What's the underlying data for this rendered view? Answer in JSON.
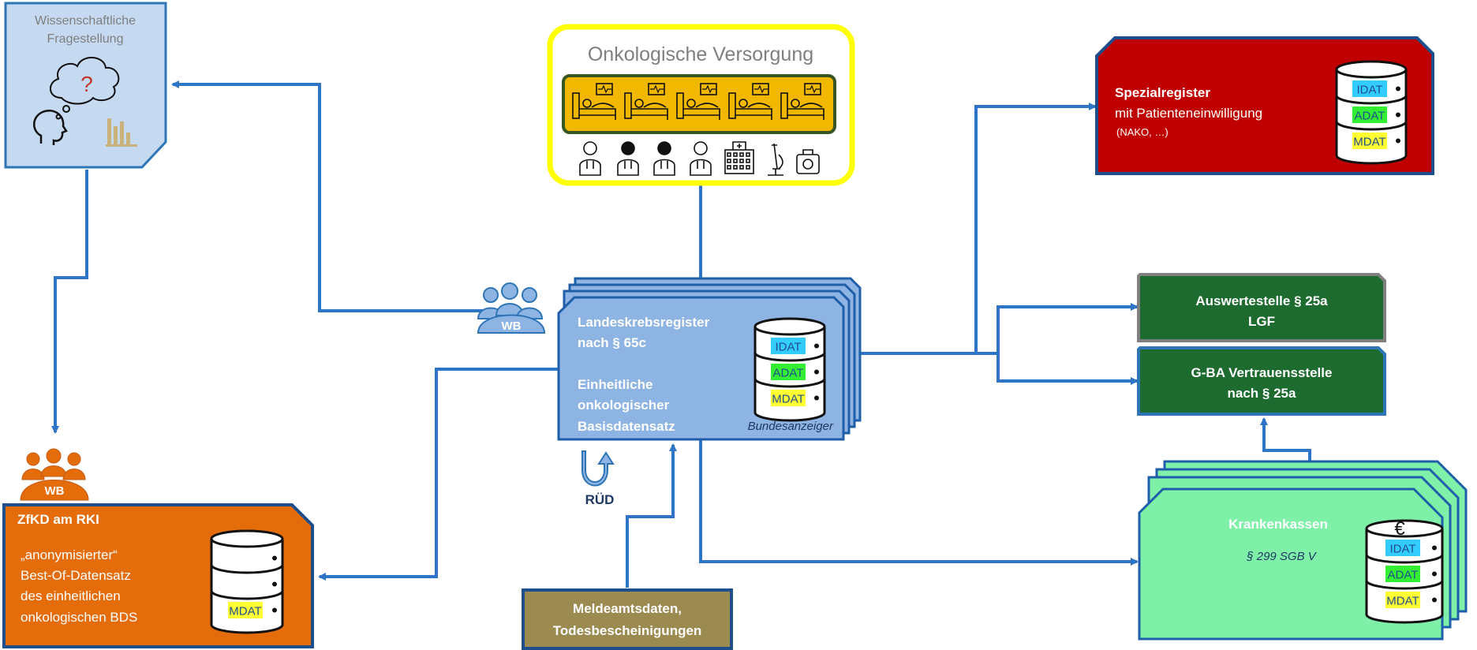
{
  "wissenschaft": {
    "line1": "Wissenschaftliche",
    "line2": "Fragestellung"
  },
  "versorgung": {
    "title": "Onkologische Versorgung"
  },
  "wb_label": "WB",
  "landes": {
    "line1": "Landeskrebsregister",
    "line2": "nach § 65c",
    "line3": "Einheitliche",
    "line4": "onkologischer",
    "line5": "Basisdatensatz",
    "footnote": "Bundesanzeiger"
  },
  "db_labels": {
    "idat": "IDAT",
    "adat": "ADAT",
    "mdat": "MDAT"
  },
  "rued": "RÜD",
  "spezial": {
    "title": "Spezialregister",
    "line2": "mit Patienteneinwilligung",
    "line3": "(NAKO, …)"
  },
  "auswert": {
    "line1": "Auswertestelle § 25a",
    "line2": "LGF"
  },
  "gba": {
    "line1": "G-BA Vertrauensstelle",
    "line2": "nach  § 25a"
  },
  "kranken": {
    "title": "Krankenkassen",
    "subtitle": "§ 299 SGB V",
    "currency": "€"
  },
  "zfkd": {
    "title": "ZfKD am RKI",
    "line1": "„anonymisierter“",
    "line2": "Best-Of-Datensatz",
    "line3": "des einheitlichen",
    "line4": "onkologischen BDS"
  },
  "melde": {
    "line1": "Meldeamtsdaten,",
    "line2": "Todesbescheinigungen"
  },
  "question_mark": "?",
  "colors": {
    "arrow": "#2e75c8",
    "landes_fill": "#8eb4e3",
    "spezial_fill": "#c00000",
    "green_box": "#1e6b30",
    "kranken_fill": "#7ef0a8",
    "zfkd_fill": "#e46c0a",
    "melde_fill": "#9c8b51",
    "versorgung_border": "#ffff00",
    "bed_fill": "#f2b800",
    "idat": "#33ccff",
    "adat": "#33ee33",
    "mdat": "#ffff33"
  }
}
